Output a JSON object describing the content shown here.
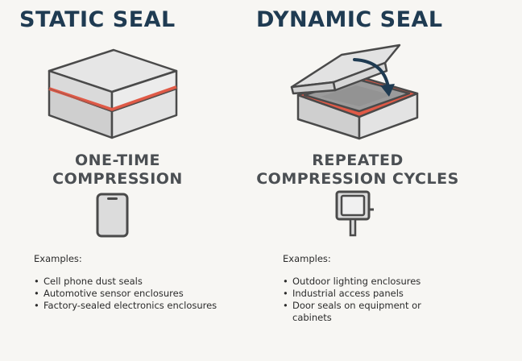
{
  "static": {
    "title": "STATIC SEAL",
    "subtitle_line1": "ONE-TIME",
    "subtitle_line2": "COMPRESSION",
    "examples_heading": "Examples:",
    "examples": [
      "Cell phone dust seals",
      "Automotive sensor enclosures",
      "Factory-sealed electronics enclosures"
    ]
  },
  "dynamic": {
    "title": "DYNAMIC SEAL",
    "subtitle_line1": "REPEATED",
    "subtitle_line2": "COMPRESSION CYCLES",
    "examples_heading": "Examples:",
    "examples": [
      "Outdoor lighting enclosures",
      "Industrial access panels",
      "Door seals on equipment or cabinets"
    ]
  },
  "colors": {
    "title": "#1f3b52",
    "gasket": "#e05a47",
    "box_fill": "#dcdcdc",
    "outline": "#4a4a4a"
  }
}
